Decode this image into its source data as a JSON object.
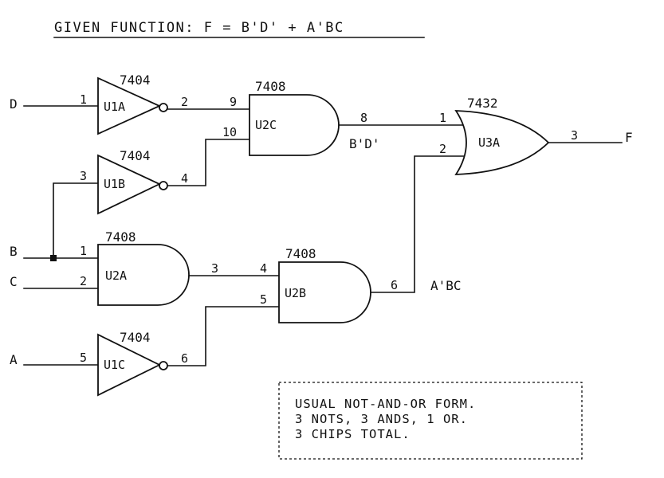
{
  "title": "GIVEN FUNCTION: F = B'D' + A'BC",
  "inputs": {
    "d": "D",
    "b": "B",
    "c": "C",
    "a": "A"
  },
  "output": "F",
  "gates": {
    "u1a": {
      "ref": "U1A",
      "chip": "7404",
      "pin_in": "1",
      "pin_out": "2"
    },
    "u1b": {
      "ref": "U1B",
      "chip": "7404",
      "pin_in": "3",
      "pin_out": "4"
    },
    "u1c": {
      "ref": "U1C",
      "chip": "7404",
      "pin_in": "5",
      "pin_out": "6"
    },
    "u2a": {
      "ref": "U2A",
      "chip": "7408",
      "pin_in1": "1",
      "pin_in2": "2",
      "pin_out": "3"
    },
    "u2b": {
      "ref": "U2B",
      "chip": "7408",
      "pin_in1": "4",
      "pin_in2": "5",
      "pin_out": "6"
    },
    "u2c": {
      "ref": "U2C",
      "chip": "7408",
      "pin_in1": "9",
      "pin_in2": "10",
      "pin_out": "8"
    },
    "u3a": {
      "ref": "U3A",
      "chip": "7432",
      "pin_in1": "1",
      "pin_in2": "2",
      "pin_out": "3"
    }
  },
  "signals": {
    "bd": "B'D'",
    "abc": "A'BC"
  },
  "note": {
    "line1": "USUAL NOT-AND-OR FORM.",
    "line2": "3 NOTS, 3 ANDS, 1 OR.",
    "line3": "3 CHIPS TOTAL."
  }
}
